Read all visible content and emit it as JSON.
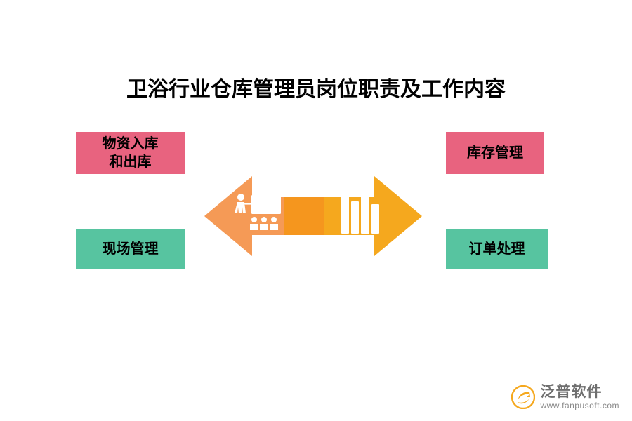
{
  "title": "卫浴行业仓库管理员岗位职责及工作内容",
  "boxes": [
    {
      "id": "in-out",
      "label": "物资入库\n和出库",
      "line1": "物资入库",
      "line2": "和出库",
      "color": "#e8637f",
      "position": "top-left"
    },
    {
      "id": "inventory",
      "label": "库存管理",
      "line1": "库存管理",
      "line2": "",
      "color": "#e8637f",
      "position": "top-right"
    },
    {
      "id": "onsite",
      "label": "现场管理",
      "line1": "现场管理",
      "line2": "",
      "color": "#57c4a0",
      "position": "bottom-left"
    },
    {
      "id": "order",
      "label": "订单处理",
      "line1": "订单处理",
      "line2": "",
      "color": "#57c4a0",
      "position": "bottom-right"
    }
  ],
  "center_graphic": {
    "left_arrow_color": "#f59a56",
    "right_arrow_color": "#f5a81e",
    "left_icon": "presenter-with-audience-icon",
    "right_icon": "books-icon"
  },
  "watermark": {
    "name": "泛普软件",
    "url": "www.fanpusoft.com",
    "mark_color": "#f5a81e",
    "text_color": "#6f6f6f"
  },
  "background_color": "#ffffff"
}
